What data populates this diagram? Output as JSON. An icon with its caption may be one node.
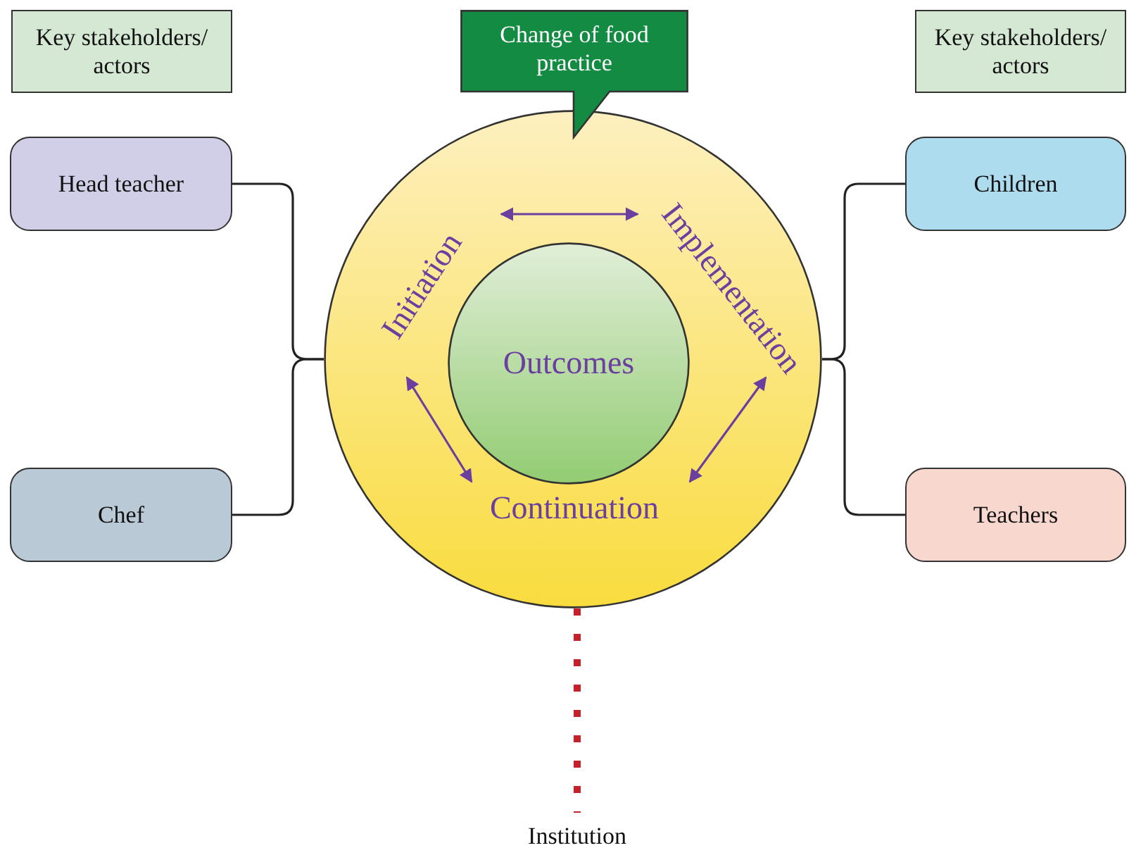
{
  "diagram": {
    "nodes": [
      {
        "text": [
          "Key stakeholders/ actors"
        ]
      },
      {
        "text": [
          "Change of food practice"
        ]
      },
      {
        "text": [
          "Key stakeholders/ actors"
        ]
      },
      {
        "text": [
          "Head teacher"
        ]
      },
      {
        "text": [
          "Children"
        ]
      },
      {
        "text": [],
        "shape": "circle"
      },
      {
        "text": [
          "Initiation"
        ],
        "in": 5
      },
      {
        "text": [
          "Implementation"
        ],
        "in": 5
      },
      {
        "text": [
          "Outcomes"
        ],
        "in": 5
      },
      {
        "text": [
          "Continuation"
        ],
        "in": 5
      },
      {
        "text": [
          "Chef"
        ]
      },
      {
        "text": [
          "Teachers"
        ]
      },
      {
        "text": [
          "Institution"
        ]
      }
    ],
    "edges": [
      {
        "from": 3,
        "to": 5,
        "arrow": "none"
      },
      {
        "from": 10,
        "to": 5,
        "arrow": "none"
      },
      {
        "from": 4,
        "to": 5,
        "arrow": "none"
      },
      {
        "from": 11,
        "to": 5,
        "arrow": "none"
      },
      {
        "from": 6,
        "to": 7,
        "arrow": "both",
        "color": "#6a3fa0"
      },
      {
        "from": 6,
        "to": 9,
        "arrow": "both",
        "color": "#6a3fa0"
      },
      {
        "from": 7,
        "to": 9,
        "arrow": "both",
        "color": "#6a3fa0"
      },
      {
        "from": 5,
        "to": 12,
        "arrow": "none",
        "style": "dashed",
        "color": "#c8202a"
      }
    ]
  }
}
